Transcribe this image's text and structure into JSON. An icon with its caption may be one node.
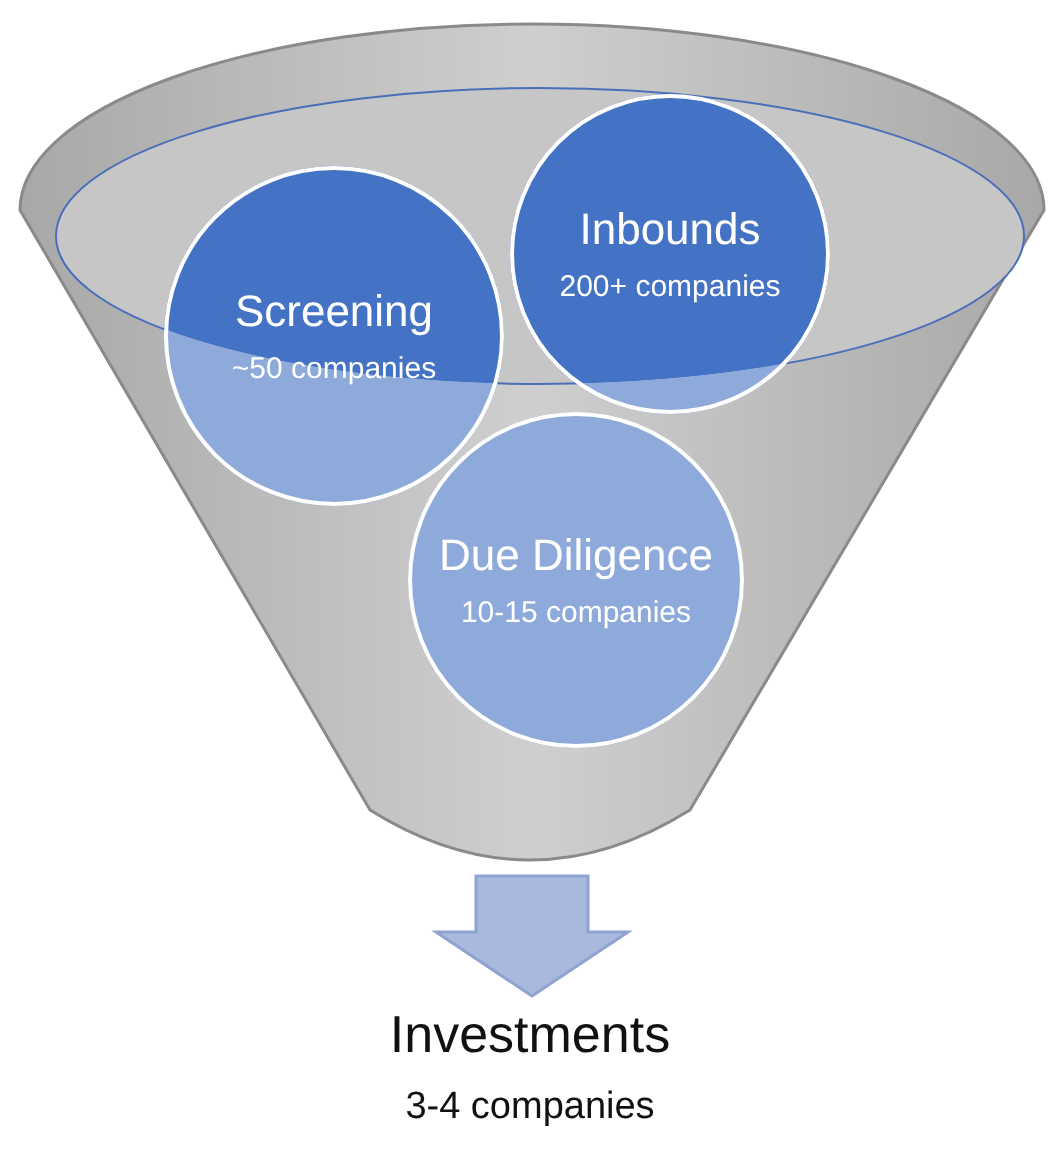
{
  "diagram": {
    "nodes": [
      {
        "text": [],
        "shape": "funnel"
      },
      {
        "text": [
          "Inbounds",
          "200+ companies"
        ],
        "in": 0
      },
      {
        "text": [
          "Screening",
          "~50 companies"
        ],
        "in": 0
      },
      {
        "text": [
          "Due Diligence",
          "10-15 companies"
        ],
        "in": 0
      },
      {
        "text": [
          "Investments",
          "3-4 companies"
        ]
      }
    ],
    "edges": [
      {
        "from": 0,
        "to": 4,
        "arrow": "to",
        "style": "thick"
      }
    ]
  }
}
